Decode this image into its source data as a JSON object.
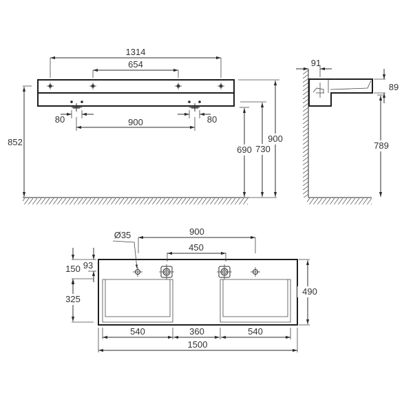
{
  "front_view": {
    "dims": {
      "outer_holes": "1314",
      "inner_holes": "654",
      "left_offset": "80",
      "right_offset": "80",
      "drain_spacing": "900",
      "top_height": "852",
      "h690": "690",
      "h730": "730",
      "h900": "900"
    }
  },
  "side_view": {
    "dims": {
      "depth_from_wall": "91",
      "thickness": "89",
      "bottom_height": "789"
    }
  },
  "top_view": {
    "dims": {
      "hole_diameter": "Ø35",
      "tap_spacing": "900",
      "drain_spacing": "450",
      "edge_to_basin": "150",
      "edge_to_hole": "93",
      "basin_depth": "325",
      "total_depth": "490",
      "basin_left": "540",
      "middle": "360",
      "basin_right": "540",
      "total_width": "1500"
    }
  }
}
